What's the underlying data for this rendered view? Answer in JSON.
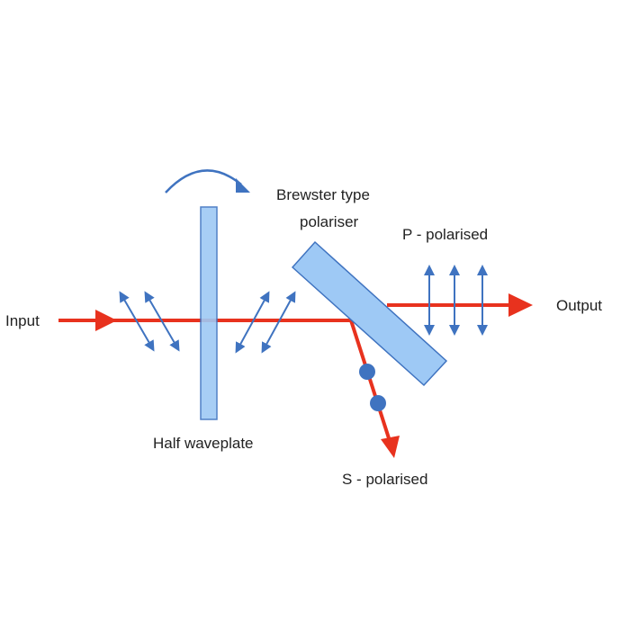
{
  "labels": {
    "input": "Input",
    "output": "Output",
    "brewster_line1": "Brewster type",
    "brewster_line2": "polariser",
    "p_polarised": "P - polarised",
    "s_polarised": "S - polarised",
    "half_waveplate": "Half waveplate"
  },
  "colors": {
    "beam": "#e8321e",
    "optic_fill": "#9ec9f5",
    "optic_stroke": "#3f73c0",
    "arrow": "#3f73c0",
    "text": "#222222"
  }
}
